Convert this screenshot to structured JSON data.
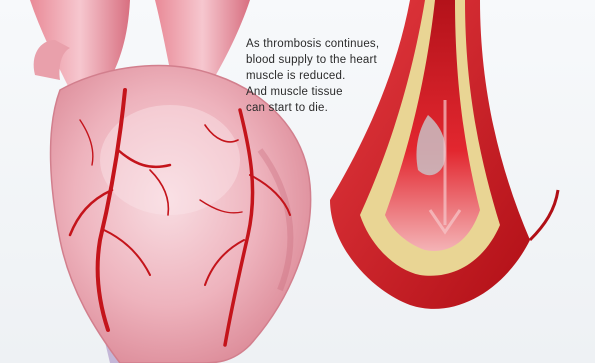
{
  "caption": {
    "lines": [
      "As thrombosis continues,",
      "blood supply to the heart",
      "muscle is reduced.",
      "And muscle tissue",
      "can start to die."
    ]
  },
  "colors": {
    "background": "#f4f6f8",
    "heart_muscle": "#e9a7b1",
    "heart_highlight": "#f6d4da",
    "coronary_artery": "#c4141b",
    "artery_wall": "#d81f26",
    "plaque": "#e9d594",
    "blood": "#d51a22",
    "vein": "#b9a7cf"
  }
}
